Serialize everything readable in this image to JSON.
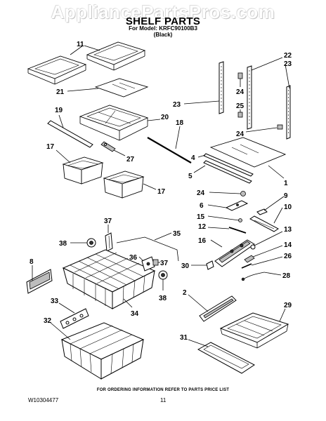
{
  "watermark": "AppliancePartsPros.com",
  "header": {
    "title": "SHELF PARTS",
    "model_line": "For Model: KRFC90100B3",
    "color_line": "(Black)"
  },
  "footer": {
    "ordering_note": "FOR ORDERING INFORMATION REFER TO PARTS PRICE LIST",
    "document_number": "W10304477",
    "page_number": "11"
  },
  "callouts": {
    "c11": "11",
    "c21": "21",
    "c19": "19",
    "c20": "20",
    "c18": "18",
    "c27": "27",
    "c17a": "17",
    "c17b": "17",
    "c22": "22",
    "c23a": "23",
    "c23b": "23",
    "c24a": "24",
    "c25": "25",
    "c24b": "24",
    "c4": "4",
    "c5": "5",
    "c1": "1",
    "c24c": "24",
    "c9": "9",
    "c6": "6",
    "c10": "10",
    "c15": "15",
    "c12": "12",
    "c13": "13",
    "c16": "16",
    "c14": "14",
    "c26": "26",
    "c30": "30",
    "c28": "28",
    "c37a": "37",
    "c35": "35",
    "c38a": "38",
    "c8": "8",
    "c36": "36",
    "c37b": "37",
    "c38b": "38",
    "c34": "34",
    "c33": "33",
    "c32": "32",
    "c2": "2",
    "c29": "29",
    "c31": "31"
  }
}
